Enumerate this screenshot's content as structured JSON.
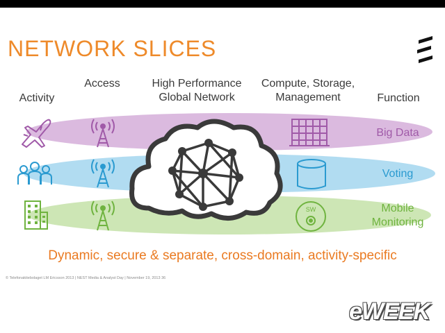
{
  "title": "NETWORK SLICES",
  "columns": {
    "activity": "Activity",
    "access": "Access",
    "network_line1": "High Performance",
    "network_line2": "Global Network",
    "compute_line1": "Compute, Storage,",
    "compute_line2": "Management",
    "function": "Function"
  },
  "slices": [
    {
      "function": "Big Data",
      "color": "#a05aa8",
      "band_color": "#d7b3dc"
    },
    {
      "function": "Voting",
      "color": "#2a9ad0",
      "band_color": "#a9d8f0"
    },
    {
      "function_line1": "Mobile",
      "function_line2": "Monitoring",
      "color": "#6fb33f",
      "band_color": "#c8e3ad"
    }
  ],
  "icons": {
    "activity": [
      "airplane-icon",
      "people-icon",
      "building-icon"
    ],
    "access": [
      "antenna-icon",
      "antenna-icon",
      "antenna-icon"
    ],
    "compute": [
      "data-grid-icon",
      "database-icon",
      "software-disc-icon"
    ],
    "network": "cloud-network-icon",
    "sw_label": "SW"
  },
  "tagline": "Dynamic, secure & separate, cross-domain, activity-specific",
  "footer": "© Telefonaktiebolaget LM Ericsson 2013  |  NEST Media & Analyst Day  |  November 19, 2013          36",
  "brand": "eWEEK",
  "colors": {
    "accent": "#ee8a2a",
    "tagline": "#ea7a21",
    "network_icon": "#3a3a3a"
  }
}
